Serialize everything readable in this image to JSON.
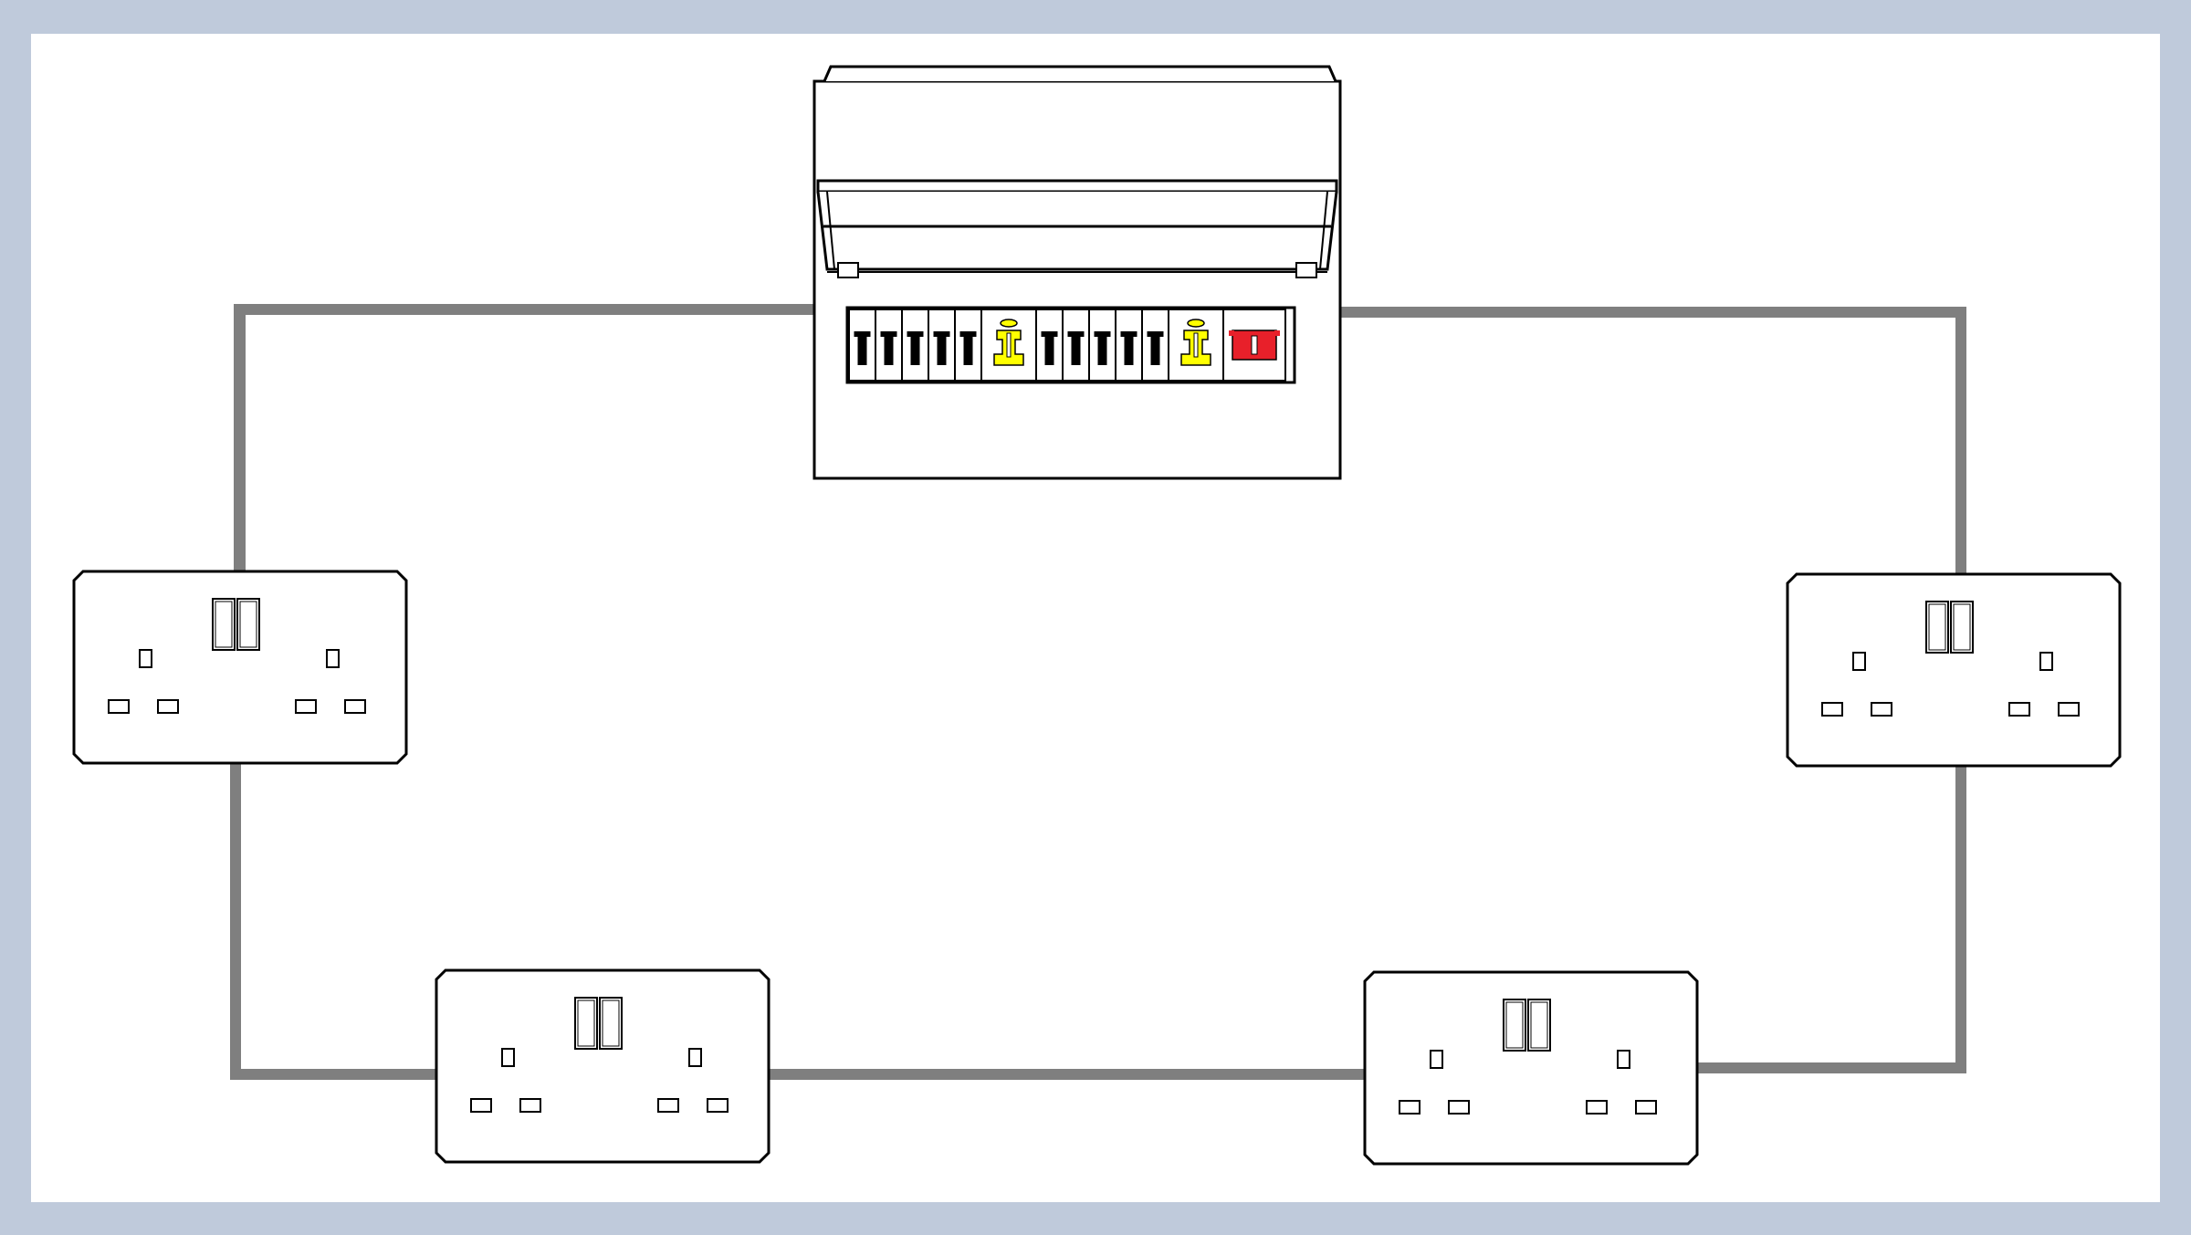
{
  "diagram": {
    "kind": "ring-final-circuit",
    "components": {
      "consumer_unit": {
        "breakers": [
          "mcb",
          "mcb",
          "mcb",
          "mcb",
          "mcb",
          "rcd",
          "mcb",
          "mcb",
          "mcb",
          "mcb",
          "mcb",
          "rcd",
          "main-switch"
        ]
      },
      "sockets": [
        "socket-top-left",
        "socket-top-right",
        "socket-bottom-left",
        "socket-bottom-right"
      ]
    },
    "colors": {
      "frame": "#bfcadb",
      "panel": "#ffffff",
      "cable": "#7f7f7f",
      "outline": "#000000",
      "mcb_handle": "#000000",
      "rcd": "#ffff00",
      "main_switch": "#e8202a"
    }
  }
}
